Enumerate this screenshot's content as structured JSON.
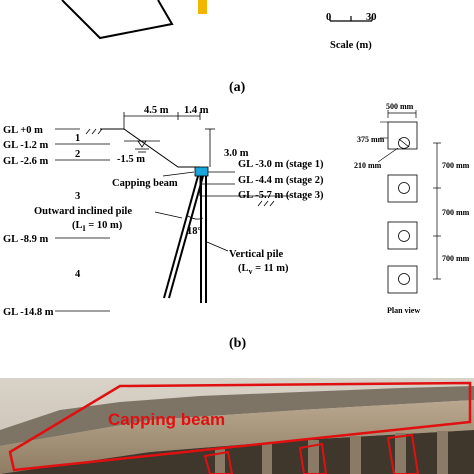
{
  "panel_a": {
    "scale_zero": "0",
    "scale_max": "30",
    "scale_label": "Scale (m)",
    "caption": "(a)"
  },
  "panel_b": {
    "caption": "(b)",
    "ground_levels": [
      "GL +0 m",
      "GL -1.2 m",
      "GL -2.6 m",
      "GL -8.9 m",
      "GL -14.8 m"
    ],
    "layers": [
      "1",
      "2",
      "3",
      "4"
    ],
    "dim_slope_width": "4.5 m",
    "dim_berm_width": "1.4 m",
    "dim_height": "3.0 m",
    "water_level": "-1.5 m",
    "stages": [
      "GL -3.0 m (stage 1)",
      "GL -4.4 m (stage 2)",
      "GL -5.7 m (stage 3)"
    ],
    "capping_beam": "Capping beam",
    "inclined_pile": "Outward inclined pile",
    "inclined_pile_len": "(L",
    "inclined_pile_sub": "I",
    "inclined_pile_val": " = 10 m)",
    "angle": "18°",
    "vertical_pile": "Vertical pile",
    "vertical_pile_len": "(L",
    "vertical_pile_sub": "v",
    "vertical_pile_val": " = 11 m)",
    "plan_width": "500 mm",
    "plan_offset1": "375 mm",
    "plan_offset2": "210 mm",
    "plan_spacings": [
      "700 mm",
      "700 mm",
      "700 mm"
    ],
    "plan_title": "Plan view"
  },
  "panel_c": {
    "photo_label": "Capping beam"
  }
}
